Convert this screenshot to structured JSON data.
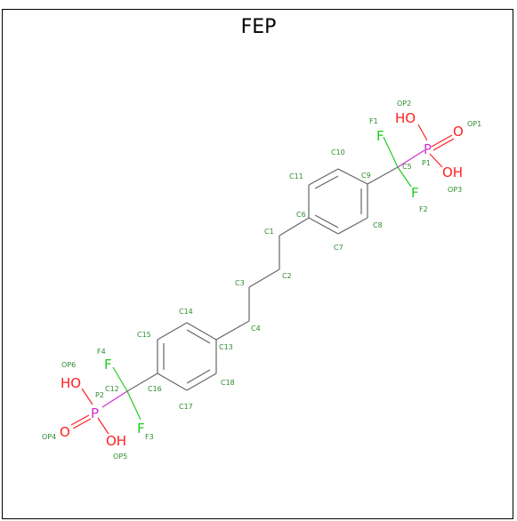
{
  "title": "FEP",
  "colors": {
    "bond": "#666666",
    "carbon_label": "#2e8b2e",
    "fluorine": "#22cc22",
    "oxygen": "#ff2020",
    "phosphorus": "#cc33cc"
  },
  "atom_labels": {
    "C1": "C1",
    "C2": "C2",
    "C3": "C3",
    "C4": "C4",
    "C5": "C5",
    "C6": "C6",
    "C7": "C7",
    "C8": "C8",
    "C9": "C9",
    "C10": "C10",
    "C11": "C11",
    "C12": "C12",
    "C13": "C13",
    "C14": "C14",
    "C15": "C15",
    "C16": "C16",
    "C17": "C17",
    "C18": "C18",
    "F1": "F1",
    "F2": "F2",
    "F3": "F3",
    "F4": "F4",
    "P1": "P1",
    "P2": "P2",
    "OP1": "OP1",
    "OP2": "OP2",
    "OP3": "OP3",
    "OP4": "OP4",
    "OP5": "OP5",
    "OP6": "OP6"
  },
  "element_symbols": {
    "F": "F",
    "P": "P",
    "O": "O",
    "OH": "HO",
    "OH_right": "OH"
  }
}
